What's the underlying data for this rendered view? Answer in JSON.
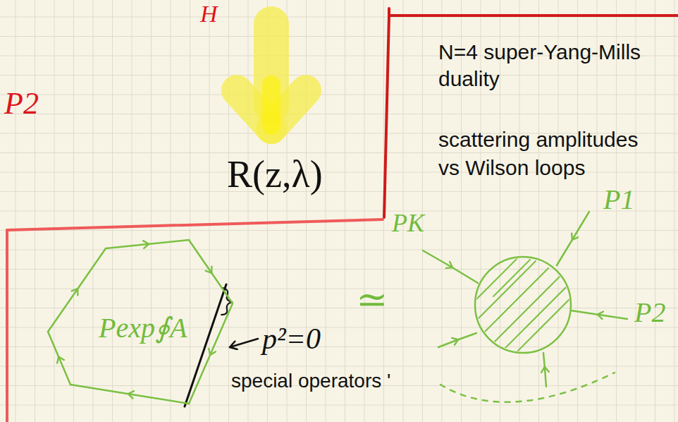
{
  "diagram": {
    "nodes": [
      {
        "text": [
          "Pexp∮A"
        ]
      }
    ],
    "labels": [
      "H",
      "P2",
      "R(z,λ)",
      "N=4 super-Yang-Mills duality",
      "scattering amplitudes vs Wilson loops",
      "p²=0",
      "special operators '",
      "≃",
      "PK",
      "P1",
      "P2"
    ]
  }
}
